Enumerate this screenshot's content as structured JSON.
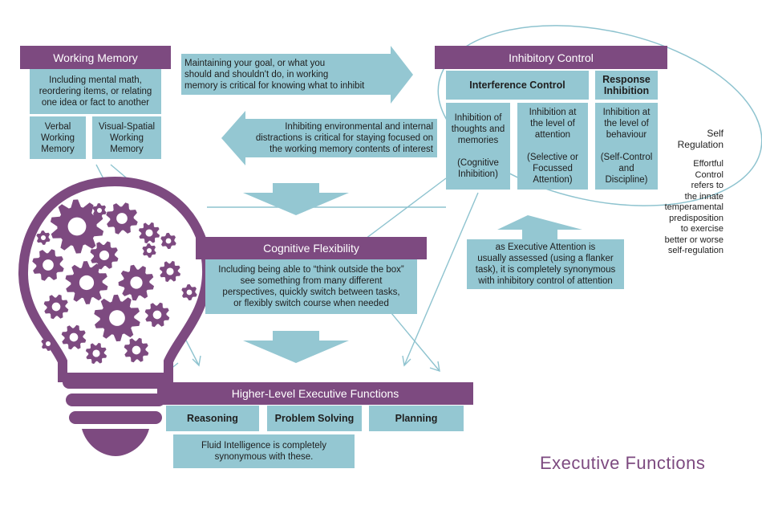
{
  "colors": {
    "header": "#7d4a80",
    "box": "#94c7d2",
    "arrow": "#94c7d2",
    "line": "#8ec3cf",
    "bulb": "#7d4a80"
  },
  "working_memory": {
    "title": "Working Memory",
    "description": "Including mental math,\nreordering items, or relating\none idea or fact to another",
    "verbal": "Verbal\nWorking\nMemory",
    "visual_spatial": "Visual-Spatial\nWorking\nMemory"
  },
  "arrow_right_text": "Maintaining your goal, or what you\nshould and shouldn't do, in working\nmemory is critical for knowing what to inhibit",
  "arrow_left_text": "Inhibiting environmental and internal\ndistractions is critical for staying focused on\nthe working memory contents of interest",
  "inhibitory_control": {
    "title": "Inhibitory Control",
    "interference_control": "Interference Control",
    "response_inhibition": "Response\nInhibition",
    "cognitive_inhibition": "Inhibition of\nthoughts and\nmemories\n\n(Cognitive\nInhibition)",
    "selective_attention": "Inhibition at\nthe level of\nattention\n\n(Selective or\nFocussed\nAttention)",
    "self_control": "Inhibition at\nthe level of\nbehaviour\n\n(Self-Control\nand\nDiscipline)"
  },
  "self_regulation": {
    "title": "Self\nRegulation",
    "text": "Effortful\nControl\nrefers to\nthe innate\ntemperamental\npredisposition\nto exercise\nbetter or worse\nself-regulation"
  },
  "executive_attention_text": "as Executive Attention is\nusually assessed (using a flanker\ntask), it is completely synonymous\nwith inhibitory control of attention",
  "cognitive_flexibility": {
    "title": "Cognitive Flexibility",
    "description": "Including being able to “think outside the box”\nsee something from many different\nperspectives, quickly switch between tasks,\nor flexibly switch course when needed"
  },
  "higher_level": {
    "title": "Higher-Level Executive Functions",
    "reasoning": "Reasoning",
    "problem_solving": "Problem Solving",
    "planning": "Planning",
    "fluid_intelligence": "Fluid Intelligence is completely\nsynonymous with these."
  },
  "page_title": "Executive Functions"
}
